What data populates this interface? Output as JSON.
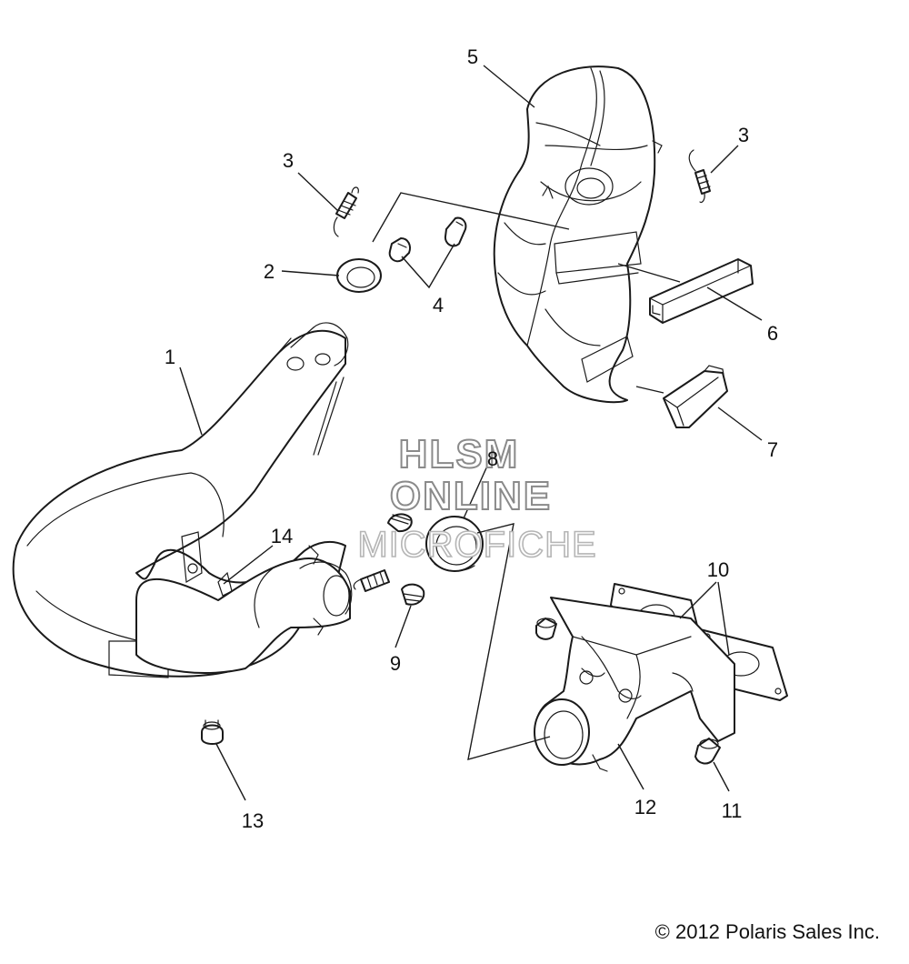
{
  "callouts": {
    "c1": "1",
    "c2": "2",
    "c3a": "3",
    "c3b": "3",
    "c4": "4",
    "c5": "5",
    "c6": "6",
    "c7": "7",
    "c8": "8",
    "c9": "9",
    "c10": "10",
    "c11": "11",
    "c12": "12",
    "c13": "13",
    "c14": "14"
  },
  "watermark": {
    "line1": "HLSM",
    "line2": "ONLINE",
    "line3": "MICROFICHE"
  },
  "copyright": "© 2012 Polaris Sales Inc."
}
